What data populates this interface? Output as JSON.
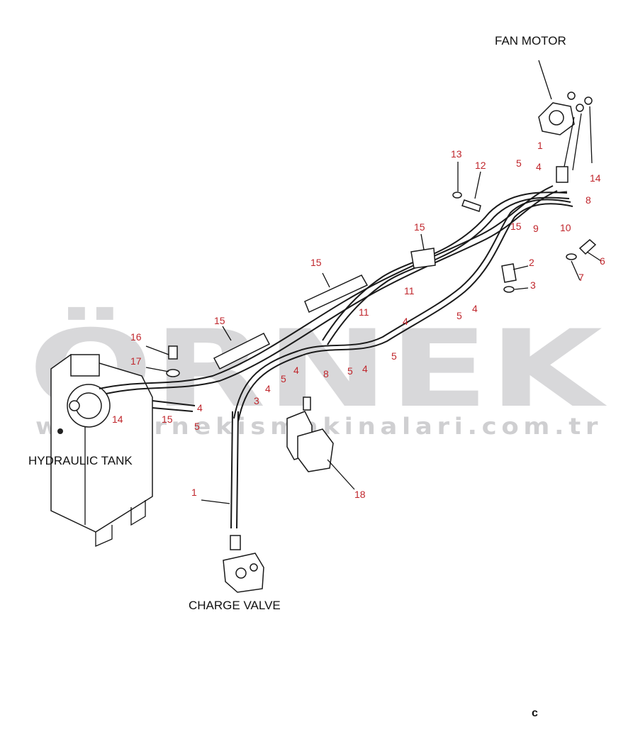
{
  "components": {
    "fan_motor": "FAN MOTOR",
    "hydraulic_tank": "HYDRAULIC TANK",
    "charge_valve": "CHARGE VALVE"
  },
  "watermark": {
    "brand": "ÖRNEK",
    "url": "www.ornekismakinalari.com.tr"
  },
  "corner_mark": "c",
  "callouts": [
    "1",
    "13",
    "12",
    "5",
    "4",
    "14",
    "8",
    "15",
    "9",
    "10",
    "2",
    "3",
    "6",
    "7",
    "15",
    "11",
    "11",
    "5",
    "4",
    "15",
    "15",
    "4",
    "5",
    "5",
    "4",
    "8",
    "5",
    "4",
    "16",
    "17",
    "14",
    "15",
    "4",
    "5",
    "3",
    "4",
    "1",
    "18"
  ]
}
